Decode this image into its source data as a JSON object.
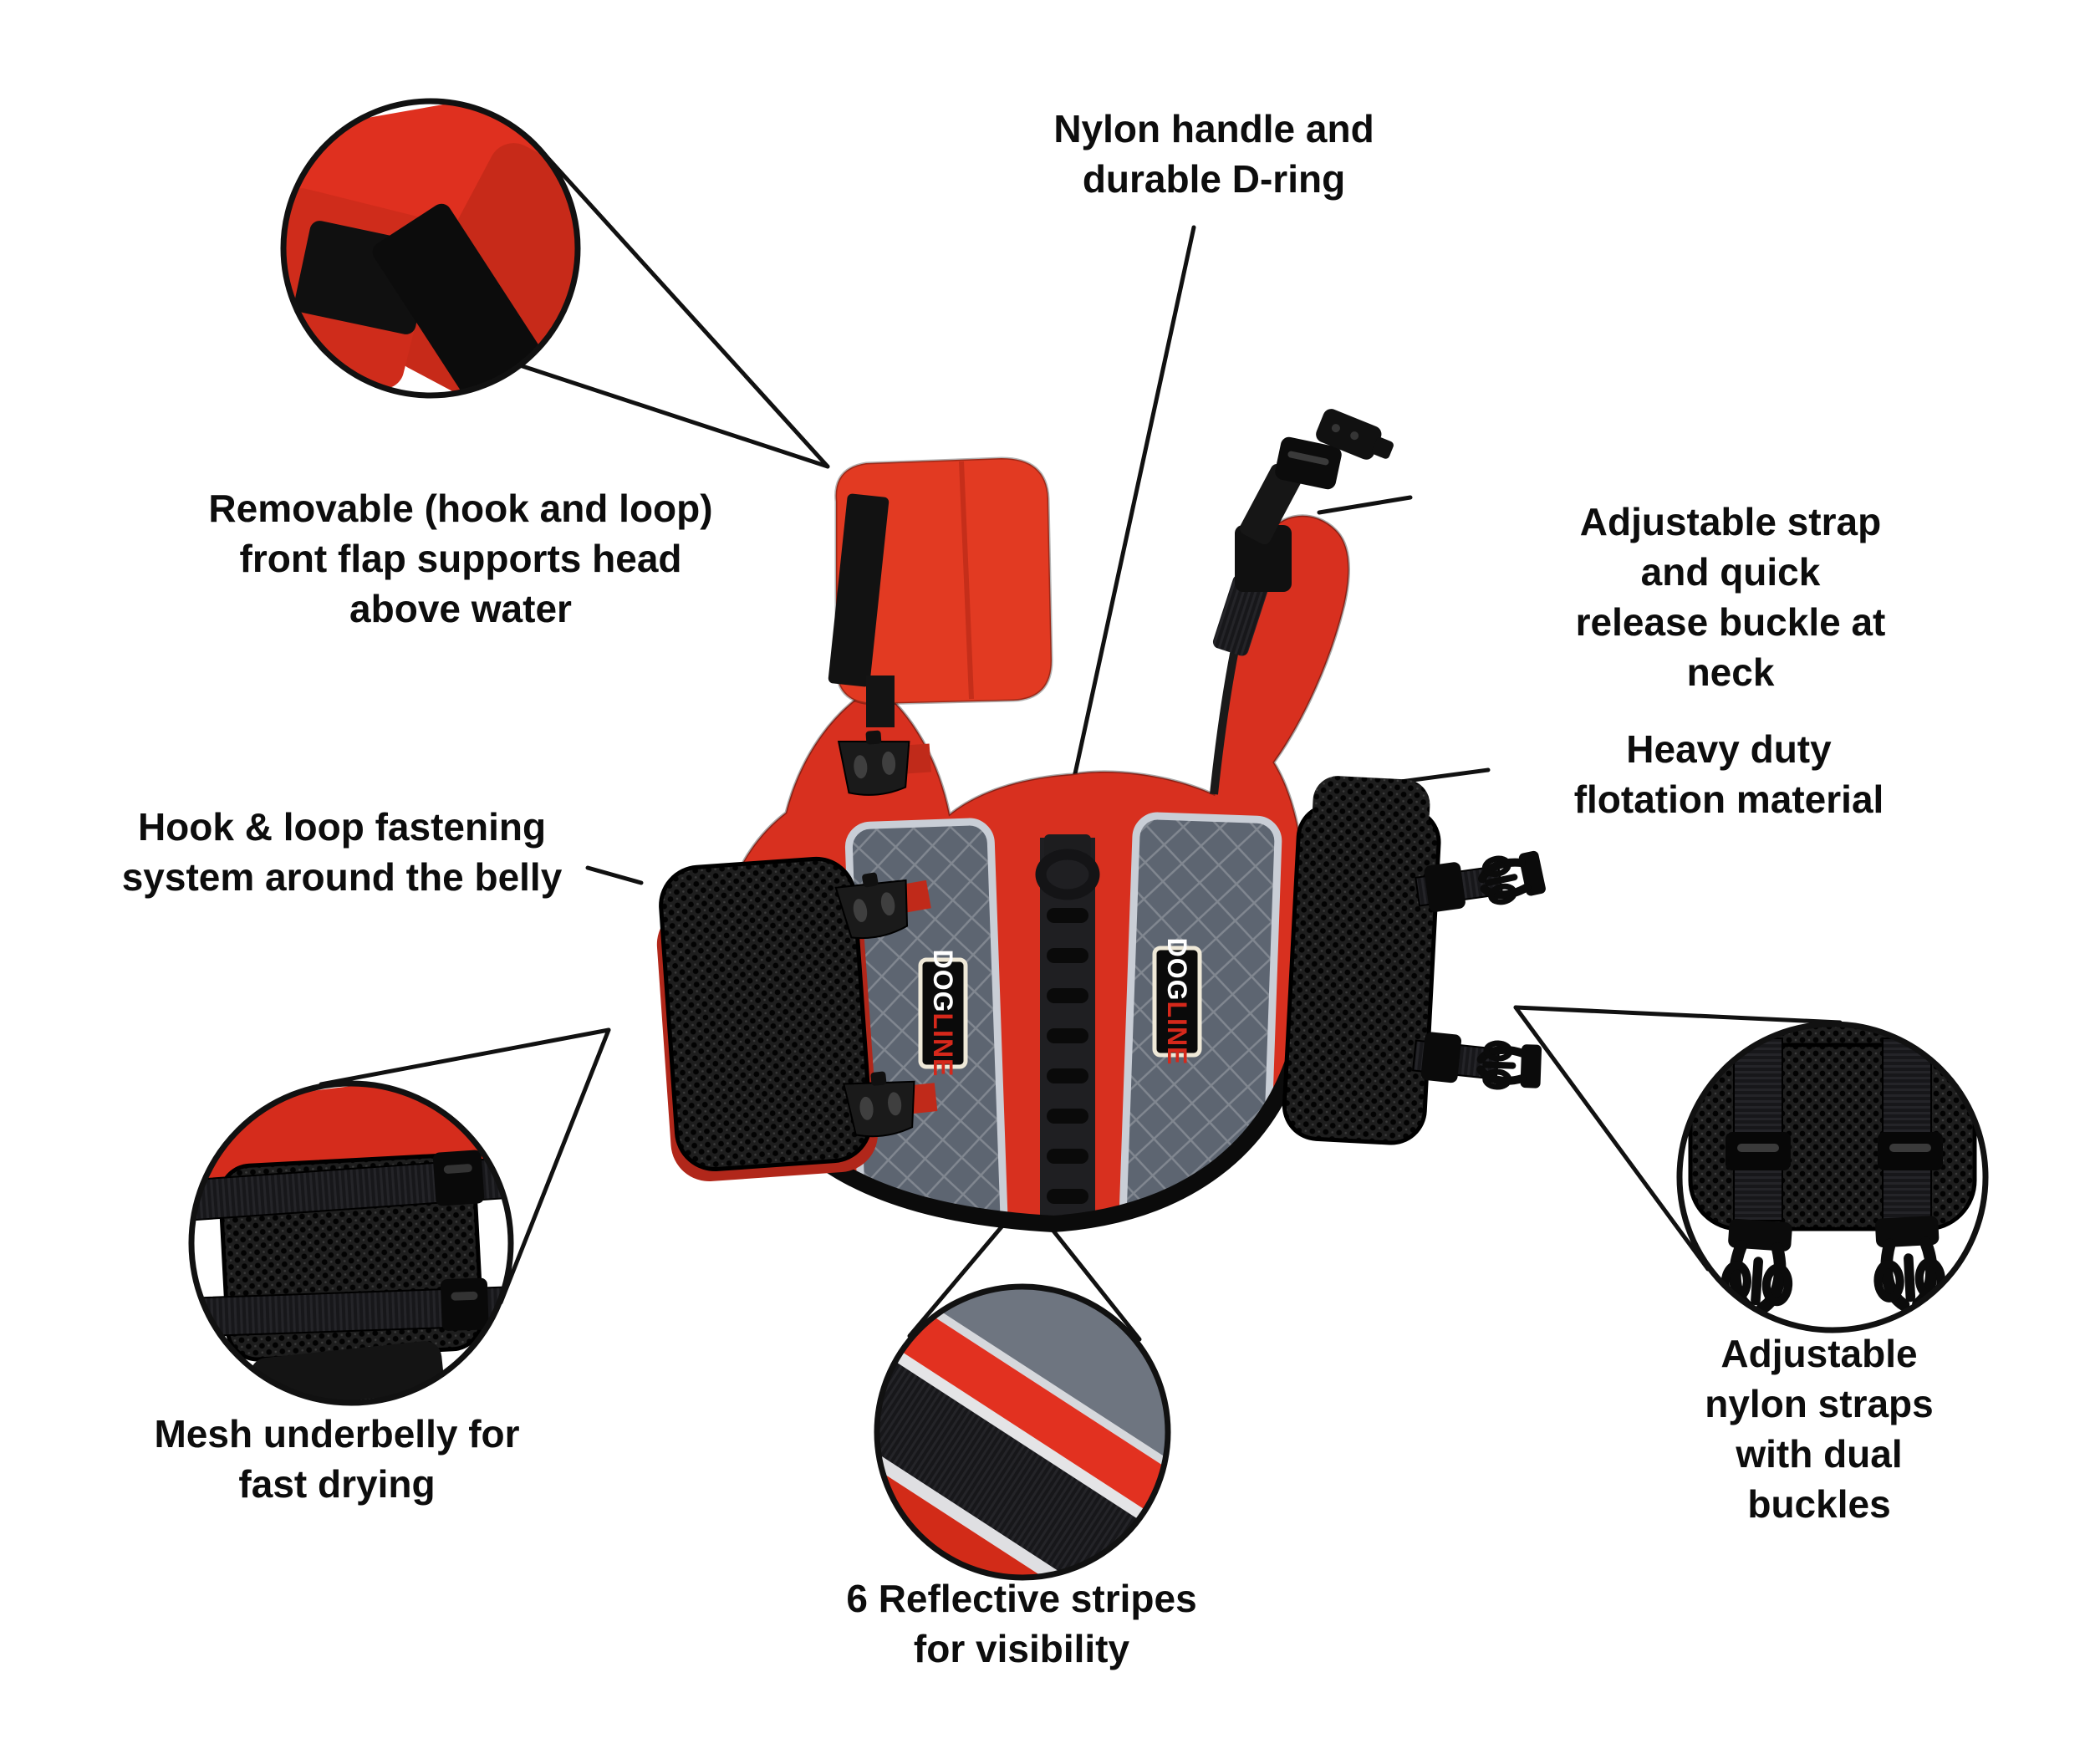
{
  "labels": {
    "nylon_handle": "Nylon handle and\ndurable D-ring",
    "removable_flap": "Removable (hook and loop)\nfront flap supports head\nabove water",
    "adjustable_strap": "Adjustable strap and quick\nrelease buckle at neck",
    "heavy_duty": "Heavy duty\nflotation material",
    "hook_loop": "Hook & loop fastening\nsystem around the belly",
    "mesh_underbelly": "Mesh underbelly for\nfast drying",
    "reflective_stripes": "6 Reflective stripes\nfor visibility",
    "nylon_straps": "Adjustable nylon straps\nwith dual buckles"
  },
  "brand": {
    "part1": "DOG",
    "part2": "LINE"
  },
  "colors": {
    "vest_red": "#d8301f",
    "flap_red": "#e23a22",
    "panel_gray": "#5d6571",
    "piping": "#c9ced6",
    "strap_black": "#151515",
    "callout_line": "#111111",
    "label_text": "#0d0d0d",
    "brand_red": "#d5281b",
    "brand_white": "#ffffff"
  }
}
